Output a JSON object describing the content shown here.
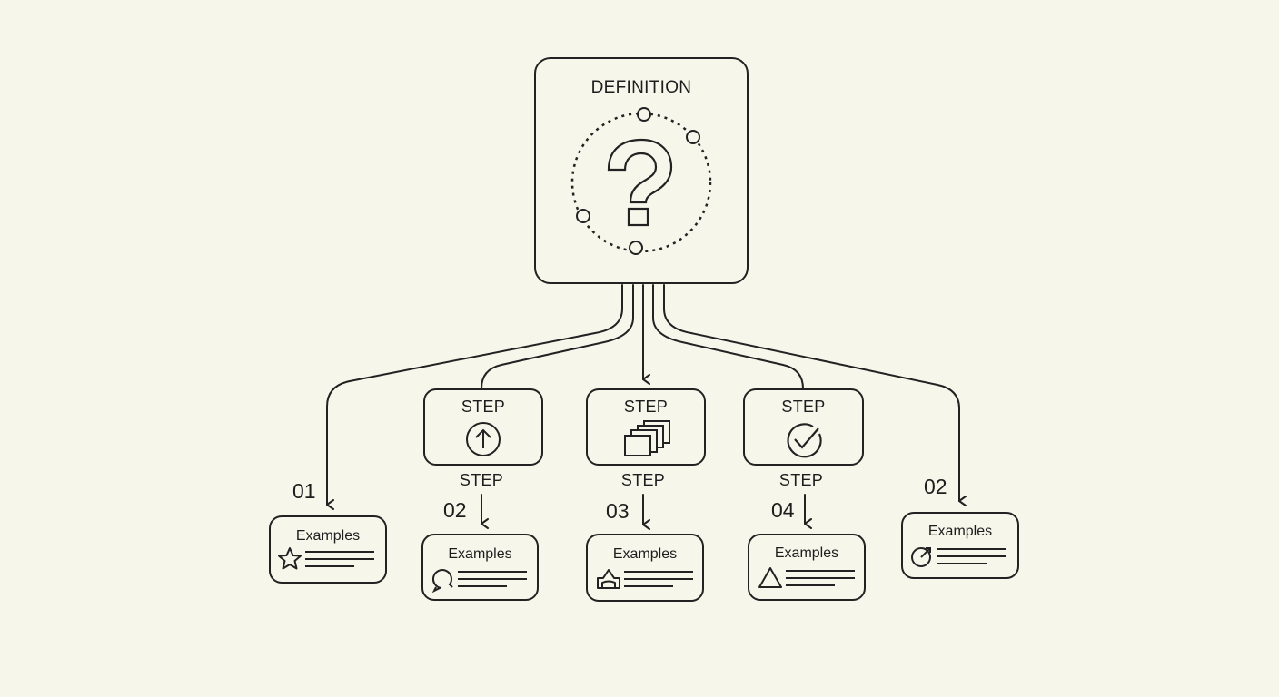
{
  "definition": {
    "title": "DEFINITION",
    "icon": "question-mark-icon"
  },
  "steps": [
    {
      "label": "STEP",
      "caption": "STEP",
      "number": "02",
      "icon": "arrow-up-circle-icon"
    },
    {
      "label": "STEP",
      "caption": "STEP",
      "number": "03",
      "icon": "stacked-cards-icon"
    },
    {
      "label": "STEP",
      "caption": "STEP",
      "number": "04",
      "icon": "check-circle-icon"
    }
  ],
  "branches": {
    "left_number": "01",
    "right_number": "02"
  },
  "examples": [
    {
      "title": "Examples",
      "icon": "star-icon"
    },
    {
      "title": "Examples",
      "icon": "speech-bubble-icon"
    },
    {
      "title": "Examples",
      "icon": "house-icon"
    },
    {
      "title": "Examples",
      "icon": "triangle-icon"
    },
    {
      "title": "Examples",
      "icon": "target-icon"
    }
  ],
  "colors": {
    "background": "#f6f6eb",
    "stroke": "#222222"
  }
}
